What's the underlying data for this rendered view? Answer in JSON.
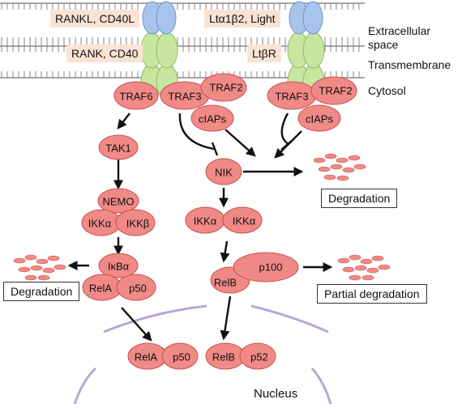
{
  "ligands": {
    "left_top": "RANKL, CD40L",
    "left_receptor": "RANK, CD40",
    "right_top": "Ltα1β2, Light",
    "right_receptor": "LtβR"
  },
  "compartments": {
    "extracellular_line1": "Extracellular",
    "extracellular_line2": "space",
    "transmembrane": "Transmembrane",
    "cytosol": "Cytosol",
    "nucleus": "Nucleus"
  },
  "nodes": {
    "traf6": "TRAF6",
    "traf3_left": "TRAF3",
    "traf2_left": "TRAF2",
    "ciaps_left": "cIAPs",
    "traf3_right": "TRAF3",
    "traf2_right": "TRAF2",
    "ciaps_right": "cIAPs",
    "tak1": "TAK1",
    "nemo": "NEMO",
    "ikka_canonical": "IKKα",
    "ikkb": "IKKβ",
    "ikba": "IκBα",
    "rela_cyto": "RelA",
    "p50_cyto": "p50",
    "nik": "NIK",
    "ikka_nc1": "IKKα",
    "ikka_nc2": "IKKα",
    "relb_cyto": "RelB",
    "p100": "p100",
    "rela_nuc": "RelA",
    "p50_nuc": "p50",
    "relb_nuc": "RelB",
    "p52": "p52"
  },
  "boxes": {
    "degradation_left": "Degradation",
    "degradation_nik": "Degradation",
    "partial_degradation": "Partial degradation"
  },
  "colors": {
    "node_fill": "#f08a86",
    "node_stroke": "#c9514c",
    "receptor_blue": "#a9c4ec",
    "receptor_green": "#c8e6a0",
    "membrane": "#8a8a8a",
    "nucleus_arc": "#b7a7d6",
    "ligand_bg": "#fbe3d4"
  }
}
